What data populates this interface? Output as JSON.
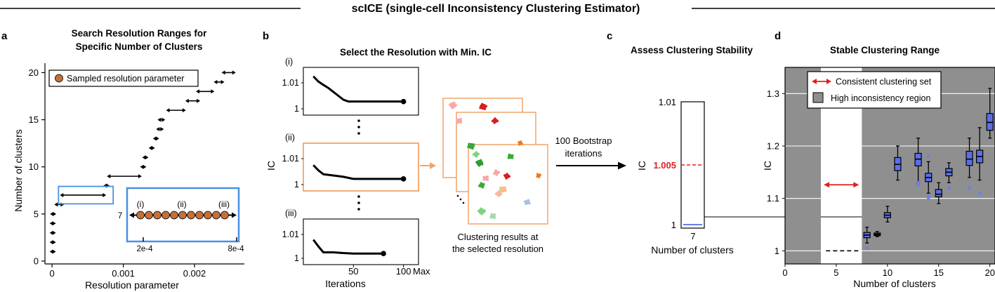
{
  "header": {
    "title": "scICE (single-cell Inconsistency Clustering Estimator)"
  },
  "panels": {
    "a": {
      "letter": "a",
      "title_line1": "Search Resolution Ranges for",
      "title_line2": "Specific Number of Clusters",
      "legend": "Sampled resolution parameter",
      "inset": {
        "k_label": "7",
        "tags": [
          "(i)",
          "(ii)",
          "(iii)"
        ],
        "left_tick": "2e-4",
        "right_tick": "8e-4",
        "sample_count": 11
      }
    },
    "b": {
      "letter": "b",
      "title": "Select the Resolution with Min. IC",
      "ylabel": "IC",
      "xlabel": "Iterations",
      "subplots": [
        {
          "tag": "(i)",
          "y_ticks": [
            "1.01",
            "1"
          ],
          "highlighted": false
        },
        {
          "tag": "(ii)",
          "y_ticks": [
            "1.01",
            "1"
          ],
          "highlighted": true
        },
        {
          "tag": "(iii)",
          "y_ticks": [
            "1.01",
            "1"
          ],
          "highlighted": false
        }
      ],
      "x_ticks": [
        "50",
        "100",
        "Max"
      ],
      "caption_line1": "Clustering results at",
      "caption_line2": "the selected resolution",
      "arrow_label_line1": "100 Bootstrap",
      "arrow_label_line2": "iterations"
    },
    "c": {
      "letter": "c",
      "title": "Assess Clustering Stability",
      "ylabel": "IC",
      "threshold_label": "1.005",
      "y_ticks": [
        "1.01",
        "1"
      ],
      "x_tick": "7",
      "xlabel": "Number of clusters"
    },
    "d": {
      "letter": "d",
      "title": "Stable Clustering Range",
      "ylabel": "IC",
      "xlabel": "Number of clusters",
      "legend_consistent": "Consistent clustering set",
      "legend_high": "High inconsistency region"
    }
  },
  "colors": {
    "box_blue": "#5b6ee8",
    "orange": "#f2a46a",
    "red": "#e02020",
    "inset_blue": "#4a90e2",
    "sample_dot": "#c4703a",
    "gray_region": "#8f8f8f"
  },
  "chart_data": [
    {
      "panel": "a",
      "type": "scatter",
      "title": "Search Resolution Ranges for Specific Number of Clusters",
      "xlabel": "Resolution parameter",
      "ylabel": "Number of clusters",
      "xlim": [
        -0.0001,
        0.0027
      ],
      "ylim": [
        -0.3,
        21
      ],
      "x_ticks": [
        0,
        0.001,
        0.002
      ],
      "x_tick_labels": [
        "0",
        "0.001",
        "0.002"
      ],
      "y_ticks": [
        0,
        5,
        10,
        15,
        20
      ],
      "ranges": [
        {
          "k": 1,
          "x0": 0.0,
          "x1": 2e-05
        },
        {
          "k": 2,
          "x0": 0.0,
          "x1": 2e-05
        },
        {
          "k": 3,
          "x0": 0.0,
          "x1": 2e-05
        },
        {
          "k": 4,
          "x0": 0.0,
          "x1": 2e-05
        },
        {
          "k": 5,
          "x0": 0.0,
          "x1": 3e-05
        },
        {
          "k": 6,
          "x0": 5e-05,
          "x1": 0.00015
        },
        {
          "k": 7,
          "x0": 0.00013,
          "x1": 0.00074
        },
        {
          "k": 8,
          "x0": 0.00075,
          "x1": 0.00078
        },
        {
          "k": 9,
          "x0": 0.00079,
          "x1": 0.00124
        },
        {
          "k": 10,
          "x0": 0.00126,
          "x1": 0.0013
        },
        {
          "k": 11,
          "x0": 0.00129,
          "x1": 0.00133
        },
        {
          "k": 12,
          "x0": 0.00138,
          "x1": 0.00142
        },
        {
          "k": 13,
          "x0": 0.00144,
          "x1": 0.00148
        },
        {
          "k": 14,
          "x0": 0.00148,
          "x1": 0.00155
        },
        {
          "k": 15,
          "x0": 0.0015,
          "x1": 0.00157
        },
        {
          "k": 16,
          "x0": 0.00162,
          "x1": 0.00186
        },
        {
          "k": 17,
          "x0": 0.00189,
          "x1": 0.00206
        },
        {
          "k": 18,
          "x0": 0.00204,
          "x1": 0.00226
        },
        {
          "k": 19,
          "x0": 0.00229,
          "x1": 0.0024
        },
        {
          "k": 20,
          "x0": 0.0024,
          "x1": 0.00256
        }
      ]
    },
    {
      "panel": "b",
      "type": "line",
      "xlabel": "Iterations",
      "ylabel": "IC",
      "xlim": [
        0,
        115
      ],
      "x_ticks": [
        50,
        100
      ],
      "series": [
        {
          "tag": "(i)",
          "x": [
            10,
            15,
            20,
            25,
            30,
            35,
            40,
            45,
            50,
            60,
            70,
            80,
            90,
            100
          ],
          "y": [
            1.0125,
            1.0105,
            1.0092,
            1.008,
            1.0065,
            1.005,
            1.0035,
            1.0028,
            1.0028,
            1.0028,
            1.0028,
            1.0028,
            1.0028,
            1.0028
          ]
        },
        {
          "tag": "(ii)",
          "x": [
            10,
            15,
            20,
            30,
            40,
            50,
            60,
            70,
            80,
            90,
            100
          ],
          "y": [
            1.0075,
            1.0055,
            1.004,
            1.0035,
            1.003,
            1.0022,
            1.0022,
            1.0022,
            1.0022,
            1.0022,
            1.0022
          ]
        },
        {
          "tag": "(iii)",
          "x": [
            10,
            15,
            20,
            30,
            40,
            50,
            60,
            70,
            80
          ],
          "y": [
            1.0078,
            1.005,
            1.0025,
            1.0025,
            1.0022,
            1.002,
            1.002,
            1.002,
            1.002
          ]
        }
      ]
    },
    {
      "panel": "c",
      "type": "bar",
      "categories": [
        "7"
      ],
      "values": [
        1.0003
      ],
      "ylim": [
        1,
        1.01
      ],
      "threshold": 1.005,
      "xlabel": "Number of clusters",
      "ylabel": "IC"
    },
    {
      "panel": "d",
      "type": "box",
      "title": "Stable Clustering Range",
      "xlabel": "Number of clusters",
      "ylabel": "IC",
      "xlim": [
        0,
        20.5
      ],
      "ylim": [
        0.975,
        1.35
      ],
      "x_ticks": [
        0,
        5,
        10,
        15,
        20
      ],
      "y_ticks": [
        1,
        1.1,
        1.2,
        1.3
      ],
      "y_tick_labels": [
        "1",
        "1.1",
        "1.2",
        "1.3"
      ],
      "consistent_range": [
        3.5,
        7.5
      ],
      "high_inconsistency_regions": [
        [
          0,
          3.5
        ],
        [
          7.5,
          20.5
        ]
      ],
      "dashed_level": 1.0,
      "boxes": [
        {
          "k": 8,
          "min": 1.015,
          "q1": 1.025,
          "median": 1.03,
          "q3": 1.035,
          "max": 1.045,
          "outliers": [
            1.005
          ]
        },
        {
          "k": 9,
          "min": 1.027,
          "q1": 1.029,
          "median": 1.031,
          "q3": 1.034,
          "max": 1.037,
          "outliers": []
        },
        {
          "k": 10,
          "min": 1.055,
          "q1": 1.063,
          "median": 1.068,
          "q3": 1.073,
          "max": 1.085,
          "outliers": []
        },
        {
          "k": 11,
          "min": 1.135,
          "q1": 1.153,
          "median": 1.165,
          "q3": 1.178,
          "max": 1.2,
          "outliers": []
        },
        {
          "k": 13,
          "min": 1.13,
          "q1": 1.162,
          "median": 1.175,
          "q3": 1.186,
          "max": 1.215,
          "outliers": [
            1.125,
            1.13
          ]
        },
        {
          "k": 14,
          "min": 1.11,
          "q1": 1.132,
          "median": 1.14,
          "q3": 1.148,
          "max": 1.17,
          "outliers": [
            1.18,
            1.1,
            1.105
          ]
        },
        {
          "k": 15,
          "min": 1.09,
          "q1": 1.103,
          "median": 1.108,
          "q3": 1.117,
          "max": 1.13,
          "outliers": []
        },
        {
          "k": 16,
          "min": 1.13,
          "q1": 1.143,
          "median": 1.15,
          "q3": 1.157,
          "max": 1.168,
          "outliers": [
            1.12
          ]
        },
        {
          "k": 18,
          "min": 1.14,
          "q1": 1.163,
          "median": 1.175,
          "q3": 1.19,
          "max": 1.215,
          "outliers": [
            1.12
          ]
        },
        {
          "k": 19,
          "min": 1.135,
          "q1": 1.168,
          "median": 1.18,
          "q3": 1.192,
          "max": 1.235,
          "outliers": [
            1.11
          ]
        },
        {
          "k": 20,
          "min": 1.215,
          "q1": 1.23,
          "median": 1.245,
          "q3": 1.262,
          "max": 1.31,
          "outliers": []
        }
      ]
    }
  ]
}
